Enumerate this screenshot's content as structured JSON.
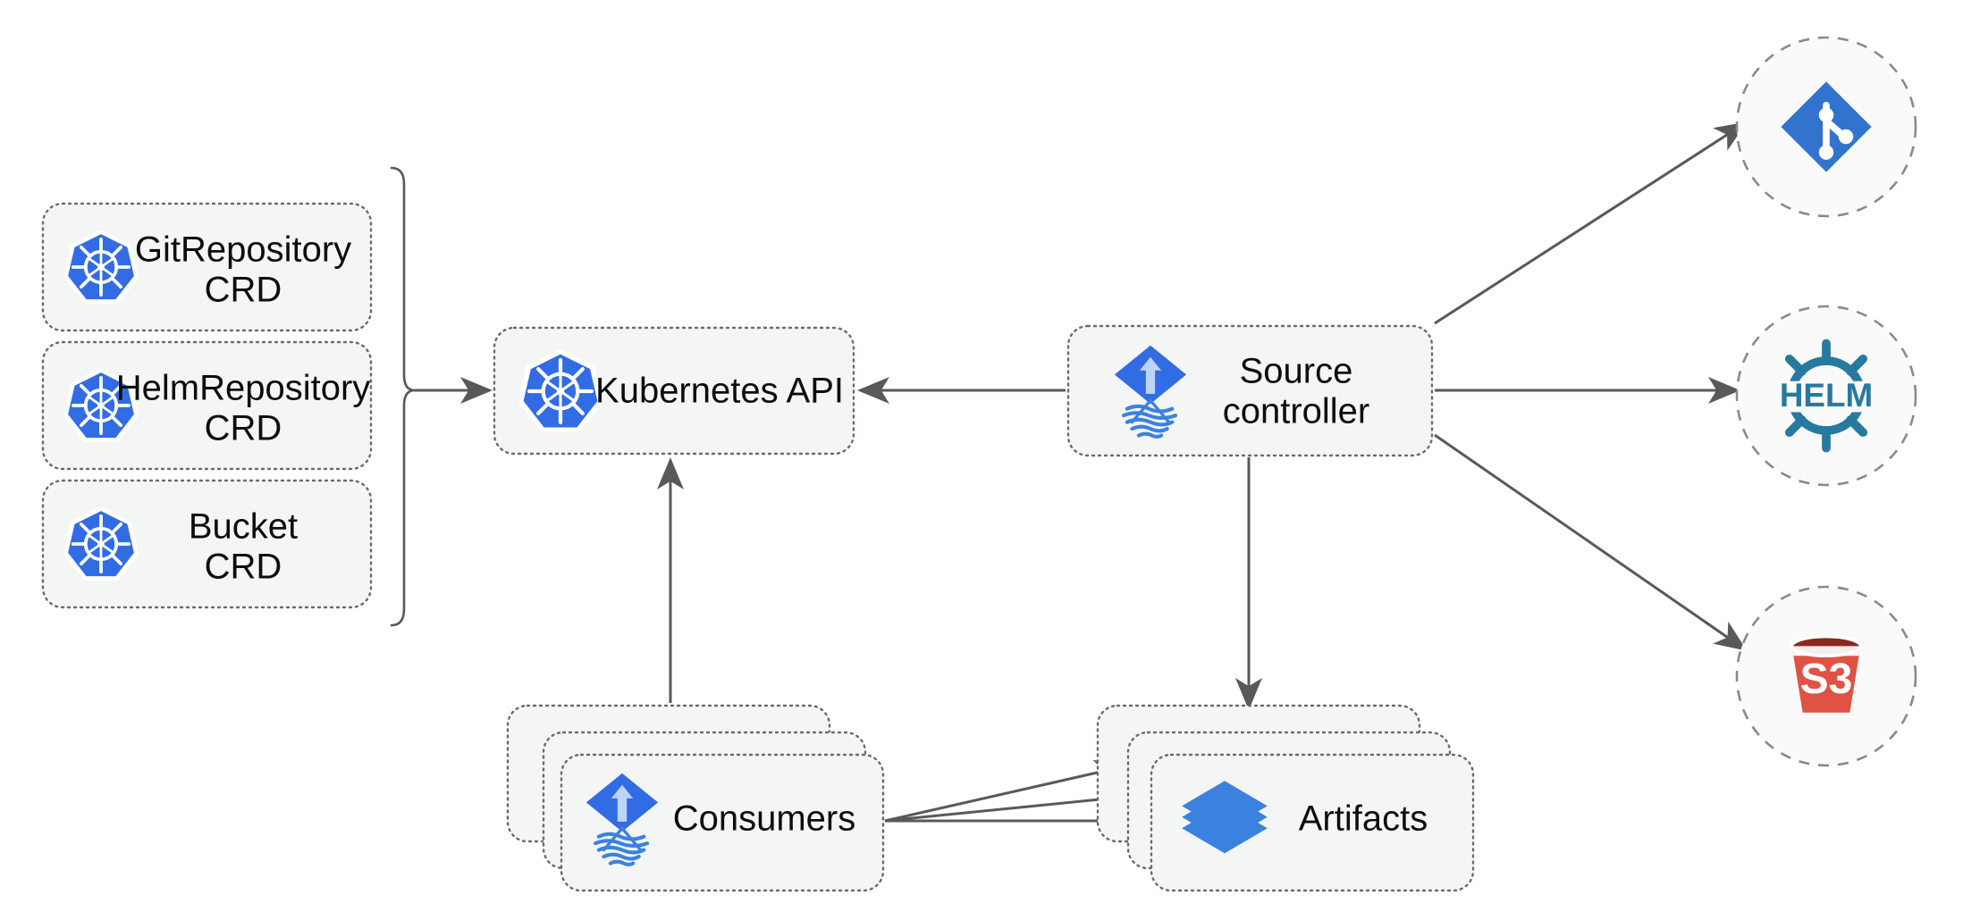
{
  "diagram": {
    "title": "Flux Source Controller architecture",
    "colors": {
      "node_fill": "#f4f5f5",
      "node_stroke": "#6b6b6b",
      "arrow": "#58595b",
      "kubernetes_blue": "#326ce5",
      "flux_blue": "#326ce5",
      "artifact_blue": "#3b82e0",
      "helm_teal": "#277a9f",
      "s3_red": "#e05243",
      "s3_rim": "#8c2820",
      "text": "#0d0d0d",
      "circle_fill": "#fafafa",
      "circle_stroke": "#8a8a8a"
    },
    "crds": [
      {
        "id": "gitrepository-crd",
        "line1": "GitRepository",
        "line2": "CRD",
        "icon": "kubernetes-icon"
      },
      {
        "id": "helmrepository-crd",
        "line1": "HelmRepository",
        "line2": "CRD",
        "icon": "kubernetes-icon"
      },
      {
        "id": "bucket-crd",
        "line1": "Bucket",
        "line2": "CRD",
        "icon": "kubernetes-icon"
      }
    ],
    "nodes": [
      {
        "id": "kubernetes-api",
        "line1": "Kubernetes API",
        "line2": "",
        "icon": "kubernetes-icon"
      },
      {
        "id": "source-controller",
        "line1": "Source",
        "line2": "controller",
        "icon": "flux-icon"
      },
      {
        "id": "consumers",
        "line1": "Consumers",
        "line2": "",
        "icon": "flux-icon"
      },
      {
        "id": "artifacts",
        "line1": "Artifacts",
        "line2": "",
        "icon": "layers-icon"
      }
    ],
    "endpoints": [
      {
        "id": "git-endpoint",
        "icon": "git-icon",
        "label": ""
      },
      {
        "id": "helm-endpoint",
        "icon": "helm-icon",
        "label": "HELM"
      },
      {
        "id": "s3-endpoint",
        "icon": "s3-bucket-icon",
        "label": "S3"
      }
    ],
    "edges": [
      {
        "id": "crds-to-kubernetes-api",
        "from": "crd-bracket",
        "to": "kubernetes-api"
      },
      {
        "id": "source-controller-to-kubernetes-api",
        "from": "source-controller",
        "to": "kubernetes-api"
      },
      {
        "id": "source-controller-to-git",
        "from": "source-controller",
        "to": "git-endpoint"
      },
      {
        "id": "source-controller-to-helm",
        "from": "source-controller",
        "to": "helm-endpoint"
      },
      {
        "id": "source-controller-to-s3",
        "from": "source-controller",
        "to": "s3-endpoint"
      },
      {
        "id": "source-controller-to-artifacts",
        "from": "source-controller",
        "to": "artifacts"
      },
      {
        "id": "consumers-to-kubernetes-api",
        "from": "consumers",
        "to": "kubernetes-api"
      },
      {
        "id": "consumers-to-artifacts-1",
        "from": "consumers",
        "to": "artifacts"
      },
      {
        "id": "consumers-to-artifacts-2",
        "from": "consumers",
        "to": "artifacts"
      },
      {
        "id": "consumers-to-artifacts-3",
        "from": "consumers",
        "to": "artifacts"
      }
    ]
  }
}
